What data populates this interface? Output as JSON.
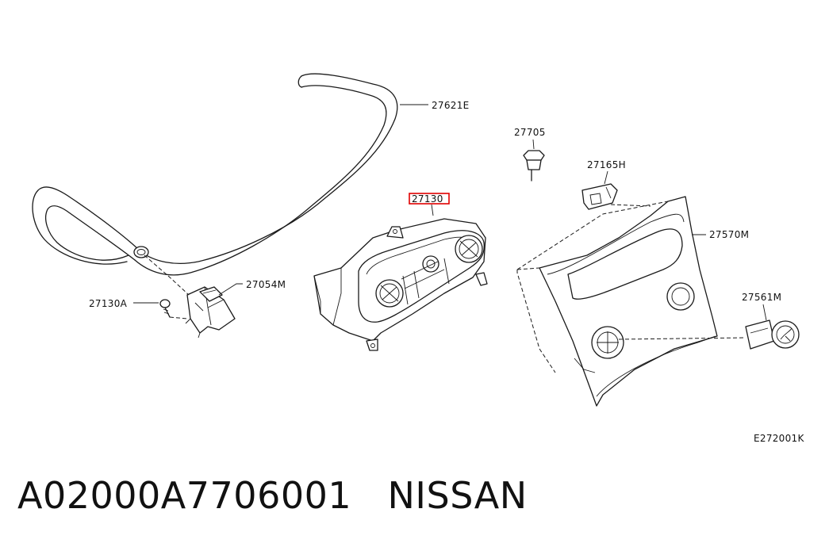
{
  "diagram": {
    "callouts": {
      "hose": "27621E",
      "clip": "27705",
      "bracket": "27165H",
      "controller": "27130",
      "finisher": "27570M",
      "sensor_unit": "27054M",
      "screw": "27130A",
      "switch": "27561M"
    },
    "diagram_code": "E272001K"
  },
  "caption": {
    "part_number": "A02000A7706001",
    "brand": "NISSAN"
  },
  "colors": {
    "line": "#1a1a1a",
    "highlight": "#e00000"
  }
}
